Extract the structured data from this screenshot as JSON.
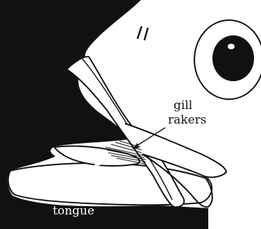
{
  "labels": {
    "gill_line1": "gill",
    "gill_line2": "rakers",
    "tongue": "tongue"
  },
  "colors": {
    "ink": "#111111",
    "paper": "#ffffff"
  }
}
